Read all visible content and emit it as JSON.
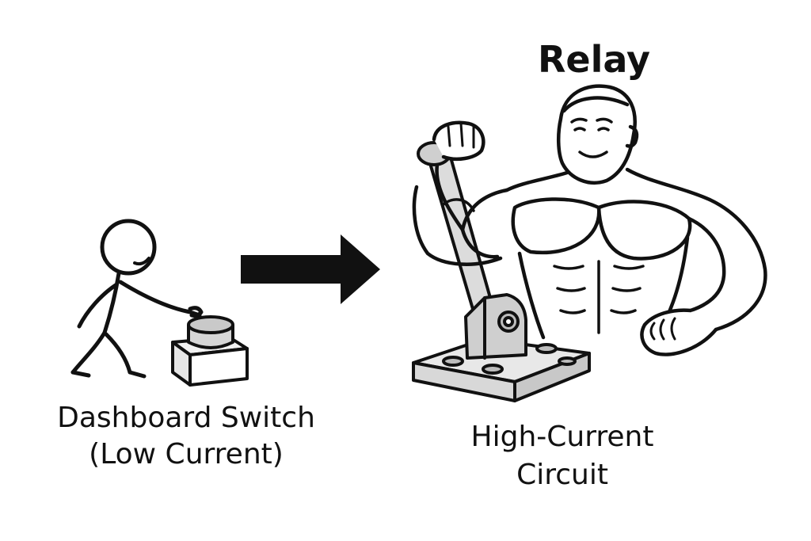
{
  "title": "Relay",
  "left_caption": {
    "line1": "Dashboard Switch",
    "line2": "(Low Current)"
  },
  "right_caption": {
    "line1": "High-Current",
    "line2": "Circuit"
  },
  "colors": {
    "ink": "#111111",
    "metal_fill": "#dcdcdc",
    "metal_shade": "#bdbdbd",
    "button_top": "#d6d6d6",
    "background": "#ffffff"
  },
  "icons": {
    "person": "stick-figure-icon",
    "switch": "push-button-switch-icon",
    "arrow": "right-arrow-icon",
    "muscleman": "muscleman-icon",
    "lever": "lever-switch-icon"
  }
}
